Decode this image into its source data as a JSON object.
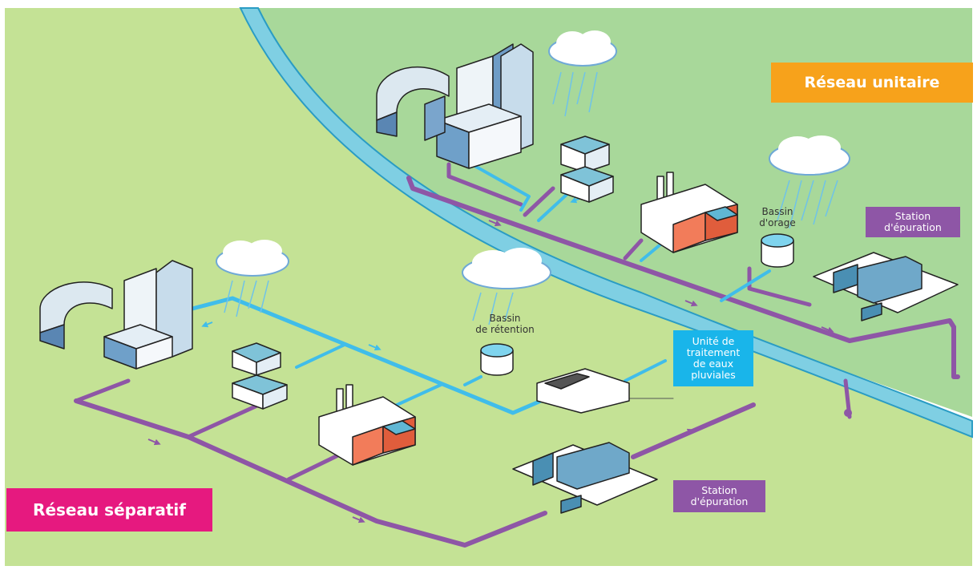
{
  "labels": {
    "reseau_unitaire": "Réseau unitaire",
    "reseau_separatif": "Réseau séparatif",
    "station_top_line1": "Station",
    "station_top_line2": "d'épuration",
    "station_bottom_line1": "Station",
    "station_bottom_line2": "d'épuration",
    "bassin_orage_line1": "Bassin",
    "bassin_orage_line2": "d'orage",
    "bassin_retention_line1": "Bassin",
    "bassin_retention_line2": "de rétention",
    "unite_line1": "Unité de",
    "unite_line2": "traitement",
    "unite_line3": "de eaux",
    "unite_line4": "pluviales"
  },
  "colors": {
    "grass_right": "#a8d89a",
    "grass_left": "#c4e295",
    "river": "#7fcfe3",
    "river_edge": "#2a9cc4",
    "pipe_wastewater": "#8e56a6",
    "pipe_stormwater": "#40bdea",
    "label_orange": "#f7a21b",
    "label_pink": "#e6197f",
    "label_purple": "#8e56a6",
    "label_cyan": "#19b5ea"
  }
}
